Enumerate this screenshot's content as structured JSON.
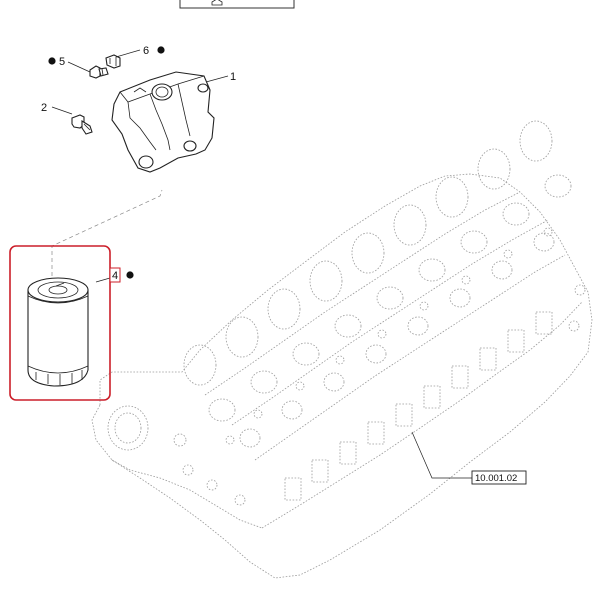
{
  "parts": [
    {
      "number": "1",
      "dot": false
    },
    {
      "number": "2",
      "dot": false
    },
    {
      "number": "4",
      "dot": true
    },
    {
      "number": "5",
      "dot": true
    },
    {
      "number": "6",
      "dot": true
    }
  ],
  "reference_label": "10.001.02",
  "highlight_color": "#cc1f2a",
  "icons": [
    "filter-bracket",
    "bolt",
    "oil-pressure-switch",
    "temperature-sender",
    "oil-filter-cartridge",
    "cylinder-head"
  ]
}
